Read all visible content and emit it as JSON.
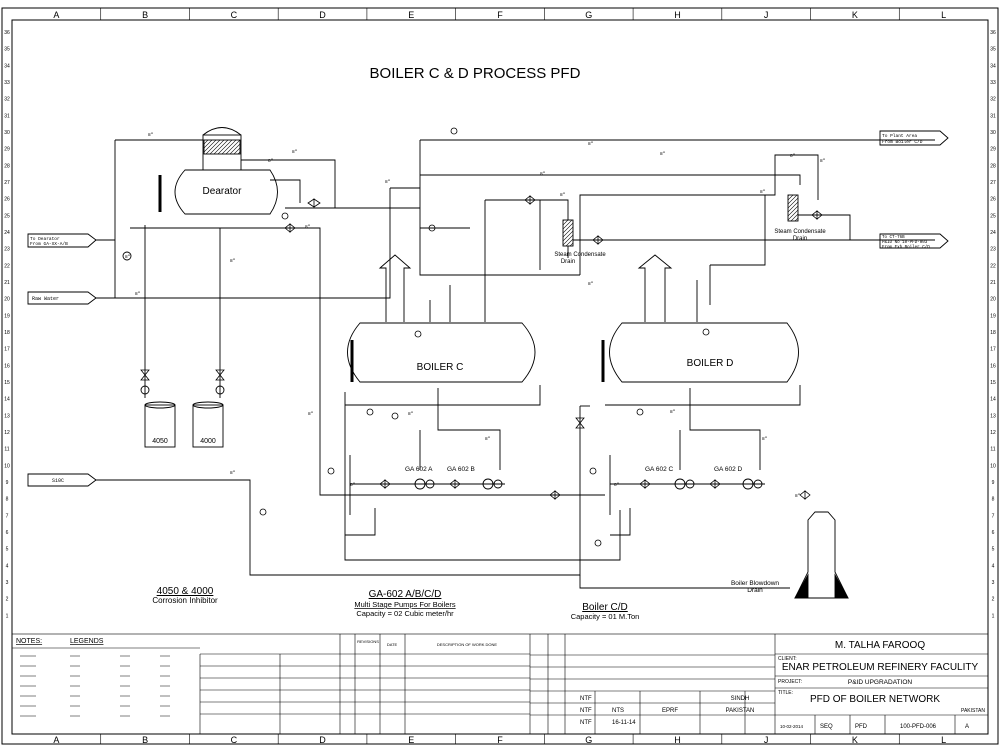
{
  "grid": {
    "cols": [
      "A",
      "B",
      "C",
      "D",
      "E",
      "F",
      "G",
      "H",
      "J",
      "K",
      "L"
    ],
    "rows": [
      "36",
      "35",
      "34",
      "33",
      "32",
      "31",
      "30",
      "29",
      "28",
      "27",
      "26",
      "25",
      "24",
      "23",
      "22",
      "21",
      "20",
      "19",
      "18",
      "17",
      "16",
      "15",
      "14",
      "13",
      "12",
      "11",
      "10",
      "9",
      "8",
      "7",
      "6",
      "5",
      "4",
      "3",
      "2",
      "1"
    ]
  },
  "title": "BOILER C & D PROCESS PFD",
  "equipment": {
    "deaerator": "Dearator",
    "boiler_c": "BOILER C",
    "boiler_d": "BOILER D",
    "tank_4050": "4050",
    "tank_4000": "4000",
    "pump_602a": "GA 602 A",
    "pump_602b": "GA 602 B",
    "pump_602c": "GA 602 C",
    "pump_602d": "GA 602 D",
    "steam_drain_1_a": "Steam Condensate",
    "steam_drain_1_b": "Drain",
    "steam_drain_2_a": "Steam Condensate",
    "steam_drain_2_b": "Drain"
  },
  "streams": {
    "to_deaerator_a": "To Dearator",
    "to_deaerator_b": "From GA-XX-A/B",
    "raw_water": "Raw Water",
    "inlet_left": "S10C",
    "to_plant_a": "To Plant Area",
    "to_plant_b": "From Boiler C/D",
    "to_ct_a": "To CT-76B",
    "to_ct_b": "P&ID No 10-PFD-003",
    "to_ct_c": "From Exh Boiler C/D",
    "blowdown_a": "Boiler Blowdown",
    "blowdown_b": "Drain"
  },
  "line_sizes": [
    "8\"",
    "8\"",
    "8\"",
    "8\"",
    "8\"",
    "8\"",
    "8\"",
    "8\"",
    "8\"",
    "8\"",
    "8\"",
    "8\"",
    "8\"",
    "8\"",
    "8\"",
    "8\"",
    "8\"",
    "8\"",
    "8\"",
    "8\"",
    "8\"",
    "8\"",
    "8\"",
    "8\"",
    "8\""
  ],
  "notes_block": {
    "inhibitor_title": "4050 & 4000",
    "inhibitor_sub": "Corrosion Inhibitor",
    "pump_title": "GA-602 A/B/C/D",
    "pump_sub1": "Multi Stage Pumps For Boilers",
    "pump_sub2": "Capacity = 02 Cubic meter/hr",
    "boiler_title": "Boiler C/D",
    "boiler_sub": "Capacity = 01 M.Ton"
  },
  "title_block": {
    "notes": "NOTES:",
    "legends": "LEGENDS",
    "revisions": "REVISIONS",
    "date": "DATE",
    "description": "DESCRIPTION OF WORK DONE",
    "author": "M. TALHA FAROOQ",
    "client_label": "CLIENT:",
    "client": "ENAR PETROLEUM REFINERY FACULITY",
    "project_label": "PROJECT:",
    "project": "P&ID UPGRADATION",
    "title_label": "TITLE:",
    "drawing_title": "PFD OF BOILER NETWORK",
    "country_small": "PAKISTAN",
    "state": "SINDH",
    "country": "PAKISTAN",
    "eprf": "EPRF",
    "drawn": "NTF",
    "checked": "NTF",
    "approved": "NTF",
    "scale_val": "NTS",
    "date_val": "16-11-14",
    "seq": "SEQ",
    "pfd": "PFD",
    "dwg_no": "100-PFD-006",
    "rev": "A",
    "rev_num": "10-02-2014"
  }
}
